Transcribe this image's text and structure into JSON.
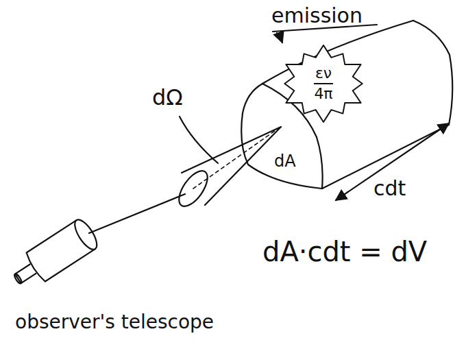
{
  "diagram": {
    "nodes": [
      {
        "text": [
          "εν",
          "4π"
        ]
      }
    ],
    "labels": [
      "emission",
      "dΩ",
      "dA",
      "cdt",
      "dA·cdt = dV",
      "observer's telescope"
    ]
  }
}
